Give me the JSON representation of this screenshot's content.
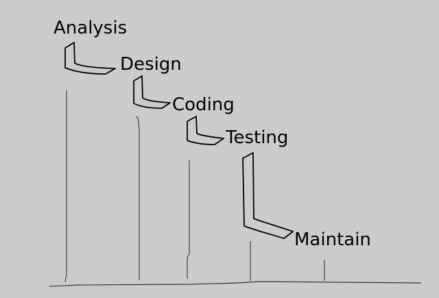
{
  "diagram": {
    "stages": [
      {
        "label": "Analysis"
      },
      {
        "label": "Design"
      },
      {
        "label": "Coding"
      },
      {
        "label": "Testing"
      },
      {
        "label": "Maintain"
      }
    ]
  },
  "colors": {
    "background": "#cccccc",
    "ink": "#000000",
    "guide_line": "#333333"
  }
}
